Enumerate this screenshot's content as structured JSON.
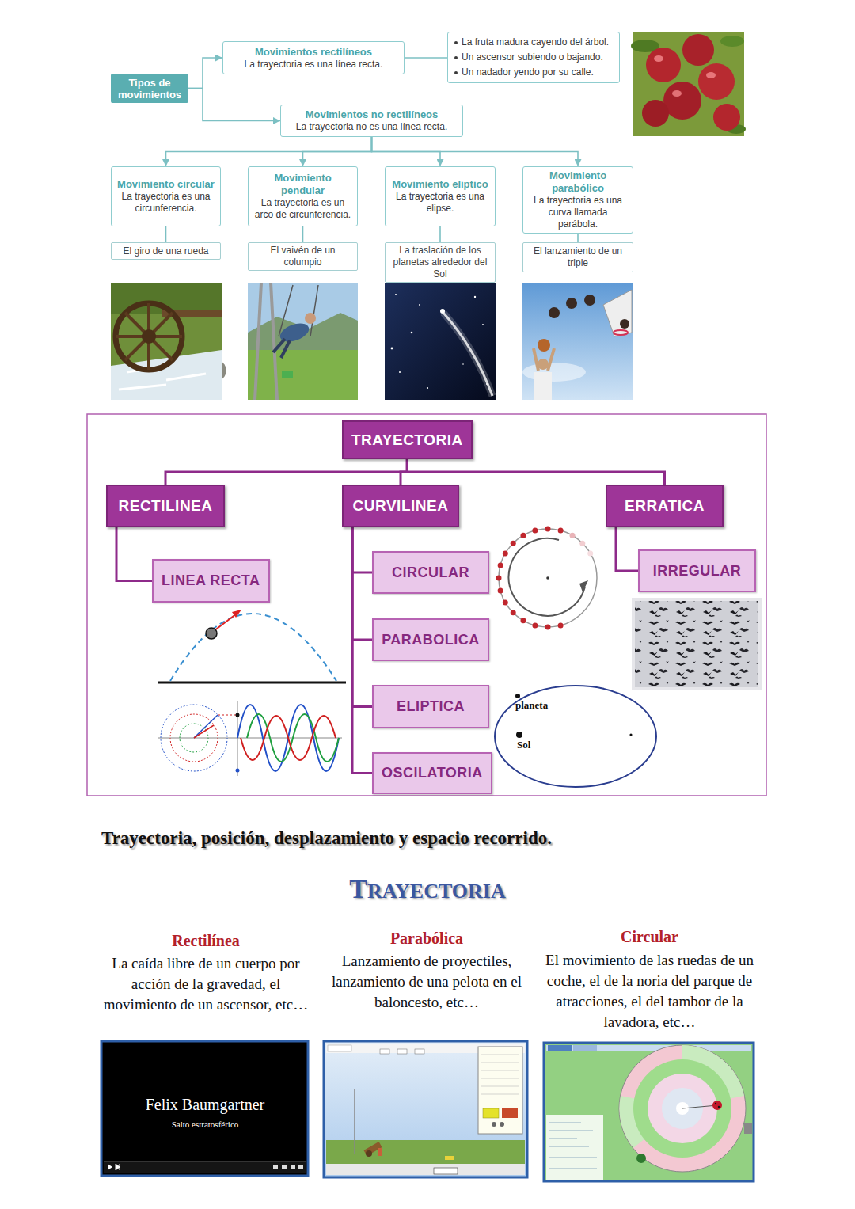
{
  "diagram": {
    "nodes": [
      {
        "text": [
          "Tipos de movimientos"
        ]
      },
      {
        "text": [
          "Movimientos rectilíneos",
          "La trayectoria es una línea recta."
        ]
      },
      {
        "text": [
          "La fruta madura cayendo del árbol.",
          "Un ascensor subiendo o bajando.",
          "Un nadador yendo por su calle."
        ]
      },
      {
        "text": [
          "Movimientos no rectilíneos",
          "La trayectoria no es una línea recta."
        ]
      },
      {
        "text": [
          "Movimiento circular",
          "La trayectoria es una circunferencia."
        ]
      },
      {
        "text": [
          "Movimiento pendular",
          "La trayectoria es un arco de circunferencia."
        ]
      },
      {
        "text": [
          "Movimiento elíptico",
          "La trayectoria es una elipse."
        ]
      },
      {
        "text": [
          "Movimiento parabólico",
          "La trayectoria es una curva llamada parábola."
        ]
      },
      {
        "text": [
          "El giro de una rueda"
        ]
      },
      {
        "text": [
          "El vaivén de un columpio"
        ]
      },
      {
        "text": [
          "La traslación de los planetas alrededor del Sol"
        ]
      },
      {
        "text": [
          "El lanzamiento de un triple"
        ]
      },
      {
        "text": [
          "TRAYECTORIA"
        ]
      },
      {
        "text": [
          "RECTILINEA"
        ]
      },
      {
        "text": [
          "CURVILINEA"
        ]
      },
      {
        "text": [
          "ERRATICA"
        ]
      },
      {
        "text": [
          "LINEA RECTA"
        ]
      },
      {
        "text": [
          "CIRCULAR"
        ]
      },
      {
        "text": [
          "PARABOLICA"
        ]
      },
      {
        "text": [
          "ELIPTICA"
        ]
      },
      {
        "text": [
          "OSCILATORIA"
        ]
      },
      {
        "text": [
          "IRREGULAR"
        ]
      }
    ],
    "edges": [
      {
        "from": 0,
        "to": 1,
        "arrow": "to"
      },
      {
        "from": 0,
        "to": 3,
        "arrow": "to"
      },
      {
        "from": 1,
        "to": 2,
        "arrow": "none"
      },
      {
        "from": 3,
        "to": 4,
        "arrow": "to"
      },
      {
        "from": 3,
        "to": 5,
        "arrow": "to"
      },
      {
        "from": 3,
        "to": 6,
        "arrow": "to"
      },
      {
        "from": 3,
        "to": 7,
        "arrow": "to"
      },
      {
        "from": 4,
        "to": 8,
        "arrow": "none"
      },
      {
        "from": 5,
        "to": 9,
        "arrow": "none"
      },
      {
        "from": 6,
        "to": 10,
        "arrow": "none"
      },
      {
        "from": 7,
        "to": 11,
        "arrow": "none"
      },
      {
        "from": 12,
        "to": 13,
        "arrow": "none"
      },
      {
        "from": 12,
        "to": 14,
        "arrow": "none"
      },
      {
        "from": 12,
        "to": 15,
        "arrow": "none"
      },
      {
        "from": 13,
        "to": 16,
        "arrow": "none"
      },
      {
        "from": 14,
        "to": 17,
        "arrow": "none"
      },
      {
        "from": 14,
        "to": 18,
        "arrow": "none"
      },
      {
        "from": 14,
        "to": 19,
        "arrow": "none"
      },
      {
        "from": 14,
        "to": 20,
        "arrow": "none"
      },
      {
        "from": 15,
        "to": 21,
        "arrow": "none"
      }
    ],
    "labels": [
      "planeta",
      "Sol",
      "Trayectoria, posición, desplazamiento y espacio recorrido.",
      "TRAYECTORIA",
      "Rectilínea",
      "La caída libre de un cuerpo por acción de la gravedad, el movimiento de un ascensor, etc…",
      "Parabólica",
      "Lanzamiento de proyectiles, lanzamiento de una pelota en el baloncesto, etc…",
      "Circular",
      "El movimiento de las ruedas de un coche, el de la noria del parque de atracciones, el del tambor de la lavadora, etc…",
      "Felix Baumgartner",
      "Salto estratosférico"
    ]
  }
}
